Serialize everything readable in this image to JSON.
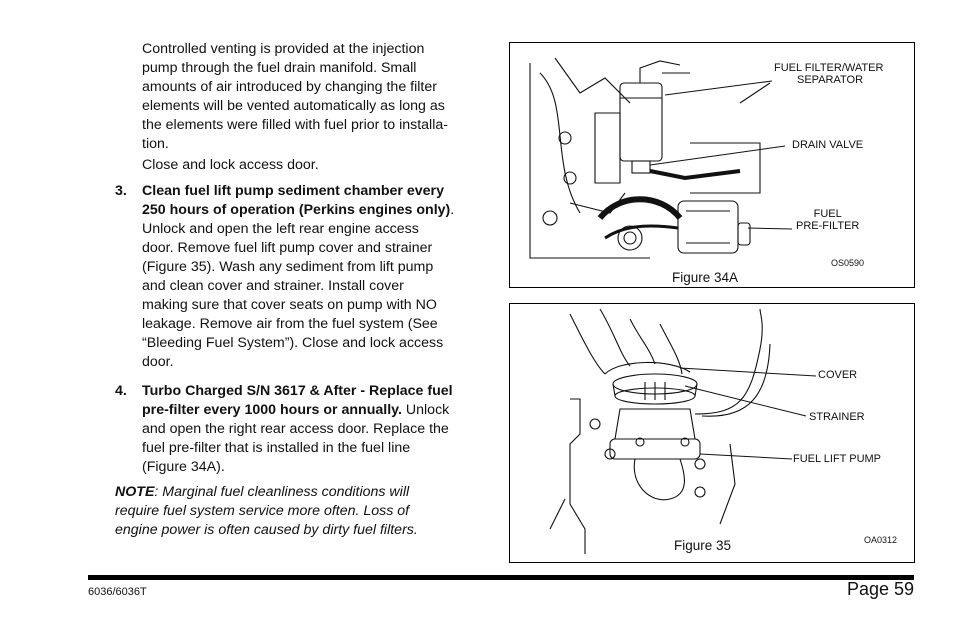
{
  "intro": {
    "lines": [
      "Controlled venting is provided at the injection",
      "pump through the fuel drain manifold.  Small",
      "amounts of air introduced by changing the filter",
      "elements will be vented automatically as long as",
      "the elements were filled with fuel prior to installa-",
      "tion."
    ],
    "close": "Close and lock access door."
  },
  "step3": {
    "number": "3.",
    "bold_lines": [
      "Clean fuel lift pump sediment chamber every",
      "250 hours of operation (Perkins engines only)"
    ],
    "bold_tail": ".",
    "lines": [
      "Unlock and open the left rear engine access",
      "door.  Remove fuel lift pump cover and strainer",
      "(Figure 35).  Wash any sediment from lift pump",
      "and clean cover and strainer.  Install cover",
      "making sure that cover seats on pump with NO",
      "leakage.  Remove air from the fuel system (See",
      "“Bleeding Fuel System”).  Close and lock access",
      "door."
    ]
  },
  "step4": {
    "number": "4.",
    "bold_line1": "Turbo Charged S/N 3617 & After - Replace fuel",
    "bold_line2": "pre-filter every 1000 hours or annually.",
    "line2_tail": "  Unlock",
    "lines": [
      "and open the right rear access door.  Replace the",
      "fuel pre-filter that is installed in the fuel line",
      "(Figure 34A)."
    ]
  },
  "note": {
    "label": "NOTE",
    "line1_tail": ":  Marginal fuel cleanliness conditions will",
    "lines": [
      "require fuel system service more often.  Loss of",
      "engine power is often caused by dirty fuel filters."
    ]
  },
  "figure34a": {
    "caption": "Figure 34A",
    "code": "OS0590",
    "labels": {
      "separator_1": "FUEL FILTER/WATER",
      "separator_2": "SEPARATOR",
      "drain": "DRAIN VALVE",
      "prefilter_1": "FUEL",
      "prefilter_2": "PRE-FILTER"
    }
  },
  "figure35": {
    "caption": "Figure 35",
    "code": "OA0312",
    "labels": {
      "cover": "COVER",
      "strainer": "STRAINER",
      "pump": "FUEL LIFT PUMP"
    }
  },
  "footer": {
    "model": "6036/6036T",
    "page": "Page 59"
  }
}
